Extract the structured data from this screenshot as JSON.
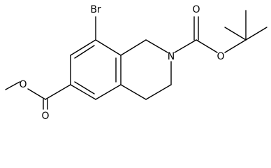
{
  "molecule": {
    "atom_labels": {
      "br": "Br",
      "n2": "N",
      "o_boc_carbonyl": "O",
      "o_boc_ester": "O",
      "o_me_carbonyl": "O",
      "o_me_ester": "O"
    },
    "colors": {
      "bond": "#000000",
      "label": "#000000",
      "background": "#ffffff"
    }
  }
}
